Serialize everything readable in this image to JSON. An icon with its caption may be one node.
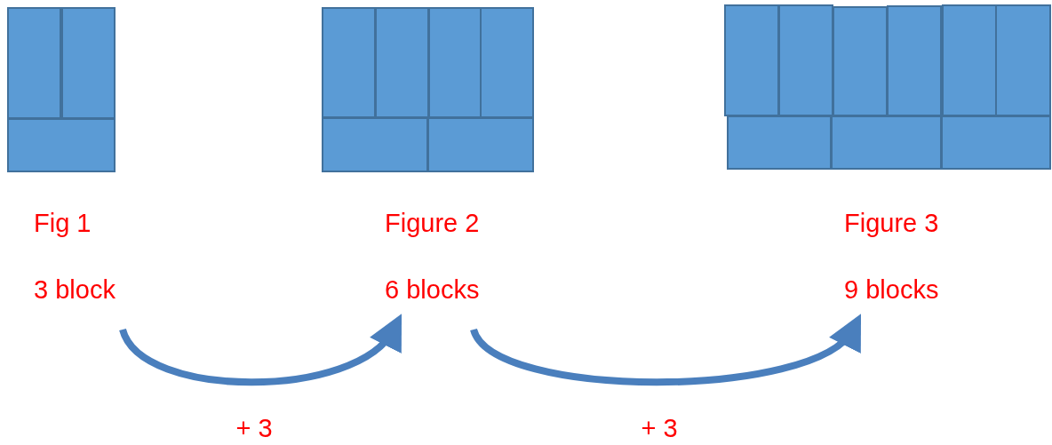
{
  "diagram": {
    "nodes": [
      {
        "text": [],
        "shape": "box"
      },
      {
        "text": [],
        "shape": "box"
      },
      {
        "text": [],
        "shape": "box"
      },
      {
        "text": [],
        "shape": "box"
      },
      {
        "text": [],
        "shape": "box"
      },
      {
        "text": [],
        "shape": "box"
      },
      {
        "text": [],
        "shape": "box"
      },
      {
        "text": [],
        "shape": "box"
      },
      {
        "text": [],
        "shape": "box"
      },
      {
        "text": [],
        "shape": "box"
      },
      {
        "text": [],
        "shape": "box"
      },
      {
        "text": [],
        "shape": "box"
      },
      {
        "text": [],
        "shape": "box"
      },
      {
        "text": [],
        "shape": "box"
      },
      {
        "text": [],
        "shape": "box"
      },
      {
        "text": [],
        "shape": "box"
      },
      {
        "text": [],
        "shape": "box"
      },
      {
        "text": [],
        "shape": "box"
      },
      {
        "text": [
          "Fig 1",
          "3 block"
        ]
      },
      {
        "text": [
          "Figure 2",
          "6 blocks"
        ]
      },
      {
        "text": [
          "Figure 3",
          "9 blocks"
        ]
      }
    ],
    "edges": [
      {
        "from": 18,
        "to": 19,
        "arrow": "to",
        "label": "+ 3"
      },
      {
        "from": 19,
        "to": 20,
        "arrow": "to",
        "label": "+ 3"
      }
    ]
  }
}
